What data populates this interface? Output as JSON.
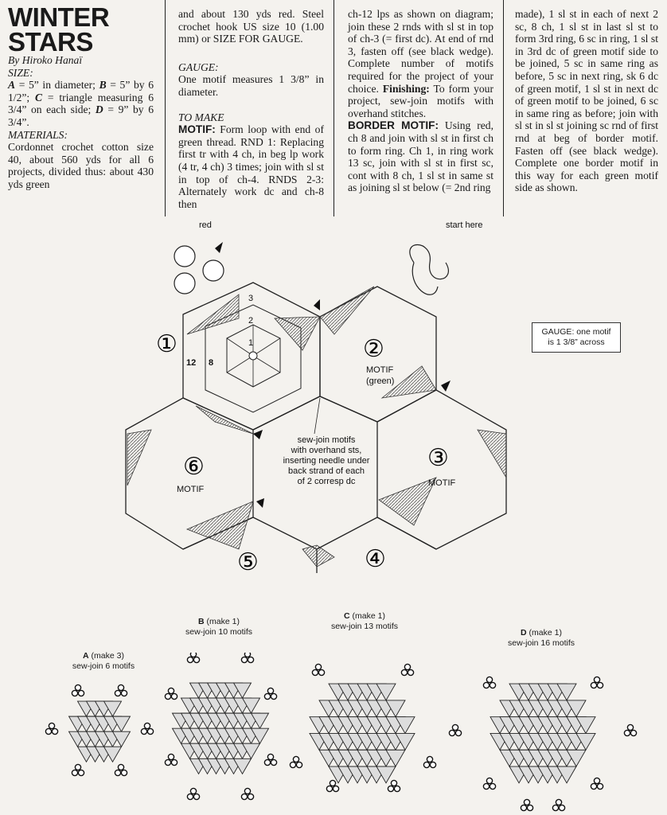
{
  "article": {
    "title_line1": "WINTER",
    "title_line2": "STARS",
    "byline": "By Hiroko Hanaï",
    "size_heading": "SIZE:",
    "size_a": "A",
    "size_a_text": " = 5” in diameter; ",
    "size_b": "B",
    "size_b_text": " = 5” by 6 1/2”; ",
    "size_c": "C",
    "size_c_text": " = triangle measuring 6 3/4” on each side; ",
    "size_d": "D",
    "size_d_text": " = 9” by 6 3/4”.",
    "materials_heading": "MATERIALS:",
    "materials_text": "Cordonnet crochet cotton size 40, about 560 yds for all 6 projects, divided thus: about 430 yds green"
  },
  "col2": {
    "materials_cont": "and about 130 yds red. Steel crochet hook US size 10 (1.00 mm) or SIZE FOR GAUGE.",
    "gauge_heading": "GAUGE:",
    "gauge_text": "One motif measures 1 3/8” in diameter.",
    "tomake_heading": "TO MAKE",
    "motif_label": "MOTIF:",
    "motif_text": " Form loop with end of green thread. RND 1: Replacing first tr with 4 ch, in beg lp work (4 tr, 4 ch) 3 times; join with sl st in top of ch-4. RNDS 2-3: Alternately work dc and ch-8 then"
  },
  "col3": {
    "text1": "ch-12 lps as shown on diagram; join these 2 rnds with sl st in top of ch-3 (= first dc). At end of rnd 3, fasten off (see black wedge). Complete number of motifs required for the project of your choice. ",
    "finishing_label": "Finishing:",
    "text2": " To form your project, sew-join motifs with overhand stitches.",
    "border_label": "BORDER MOTIF:",
    "text3": " Using red, ch 8 and join with sl st in first ch to form ring. Ch 1, in ring work 13 sc, join with sl st in first sc, cont with 8 ch, 1 sl st in same st as joining sl st below (= 2nd ring"
  },
  "col4": {
    "text": "made), 1 sl st in each of next 2 sc, 8 ch, 1 sl st in last sl st to form 3rd ring, 6 sc in ring, 1 sl st in 3rd dc of green motif side to be joined, 5 sc in same ring as before, 5 sc in next ring, sk 6 dc of green motif, 1 sl st in next dc of green motif to be joined, 6 sc in same ring as before; join with sl st in sl st joining sc rnd of first rnd at beg of border motif. Fasten off (see black wedge). Complete one border motif in this way for each green motif side as shown."
  },
  "diagram": {
    "label_red": "red",
    "label_start": "start here",
    "num1": "①",
    "num2": "②",
    "num3": "③",
    "num4": "④",
    "num5": "⑤",
    "num6": "⑥",
    "lbl12": "12",
    "lbl8": "8",
    "row1": "1",
    "row2": "2",
    "row3": "3",
    "motif": "MOTIF",
    "green": "(green)",
    "sew1": "sew-join motifs",
    "sew2": "with overhand sts,",
    "sew3": "inserting needle under",
    "sew4": "back strand of each",
    "sew5": "of 2 corresp dc",
    "gauge_box_line1": "GAUGE: one motif",
    "gauge_box_line2": "is 1 3/8” across"
  },
  "projects": {
    "a_letter": "A",
    "a_make": " (make 3)",
    "a_sew": "sew-join 6 motifs",
    "b_letter": "B",
    "b_make": " (make 1)",
    "b_sew": "sew-join 10 motifs",
    "c_letter": "C",
    "c_make": " (make 1)",
    "c_sew": "sew-join 13 motifs",
    "d_letter": "D",
    "d_make": " (make 1)",
    "d_sew": "sew-join 16 motifs"
  }
}
